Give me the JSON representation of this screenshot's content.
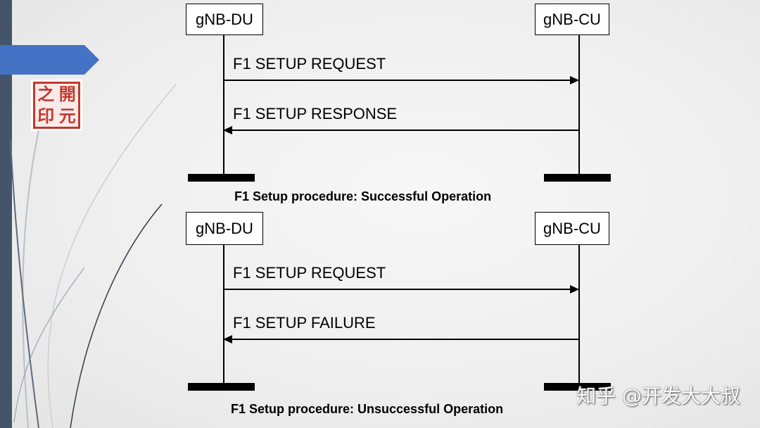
{
  "seal": {
    "glyphs": [
      "之",
      "開",
      "印",
      "元"
    ]
  },
  "successful": {
    "du_label": "gNB-DU",
    "cu_label": "gNB-CU",
    "msg_request": "F1 SETUP REQUEST",
    "msg_response": "F1 SETUP RESPONSE",
    "caption": "F1 Setup procedure: Successful Operation"
  },
  "unsuccessful": {
    "du_label": "gNB-DU",
    "cu_label": "gNB-CU",
    "msg_request": "F1 SETUP REQUEST",
    "msg_failure": "F1 SETUP FAILURE",
    "caption": "F1 Setup procedure: Unsuccessful Operation"
  },
  "watermark": "知乎 @开发大大叔",
  "colors": {
    "sidebar": "#44546a",
    "arrow": "#4472c4",
    "seal_red": "#c0392b"
  }
}
